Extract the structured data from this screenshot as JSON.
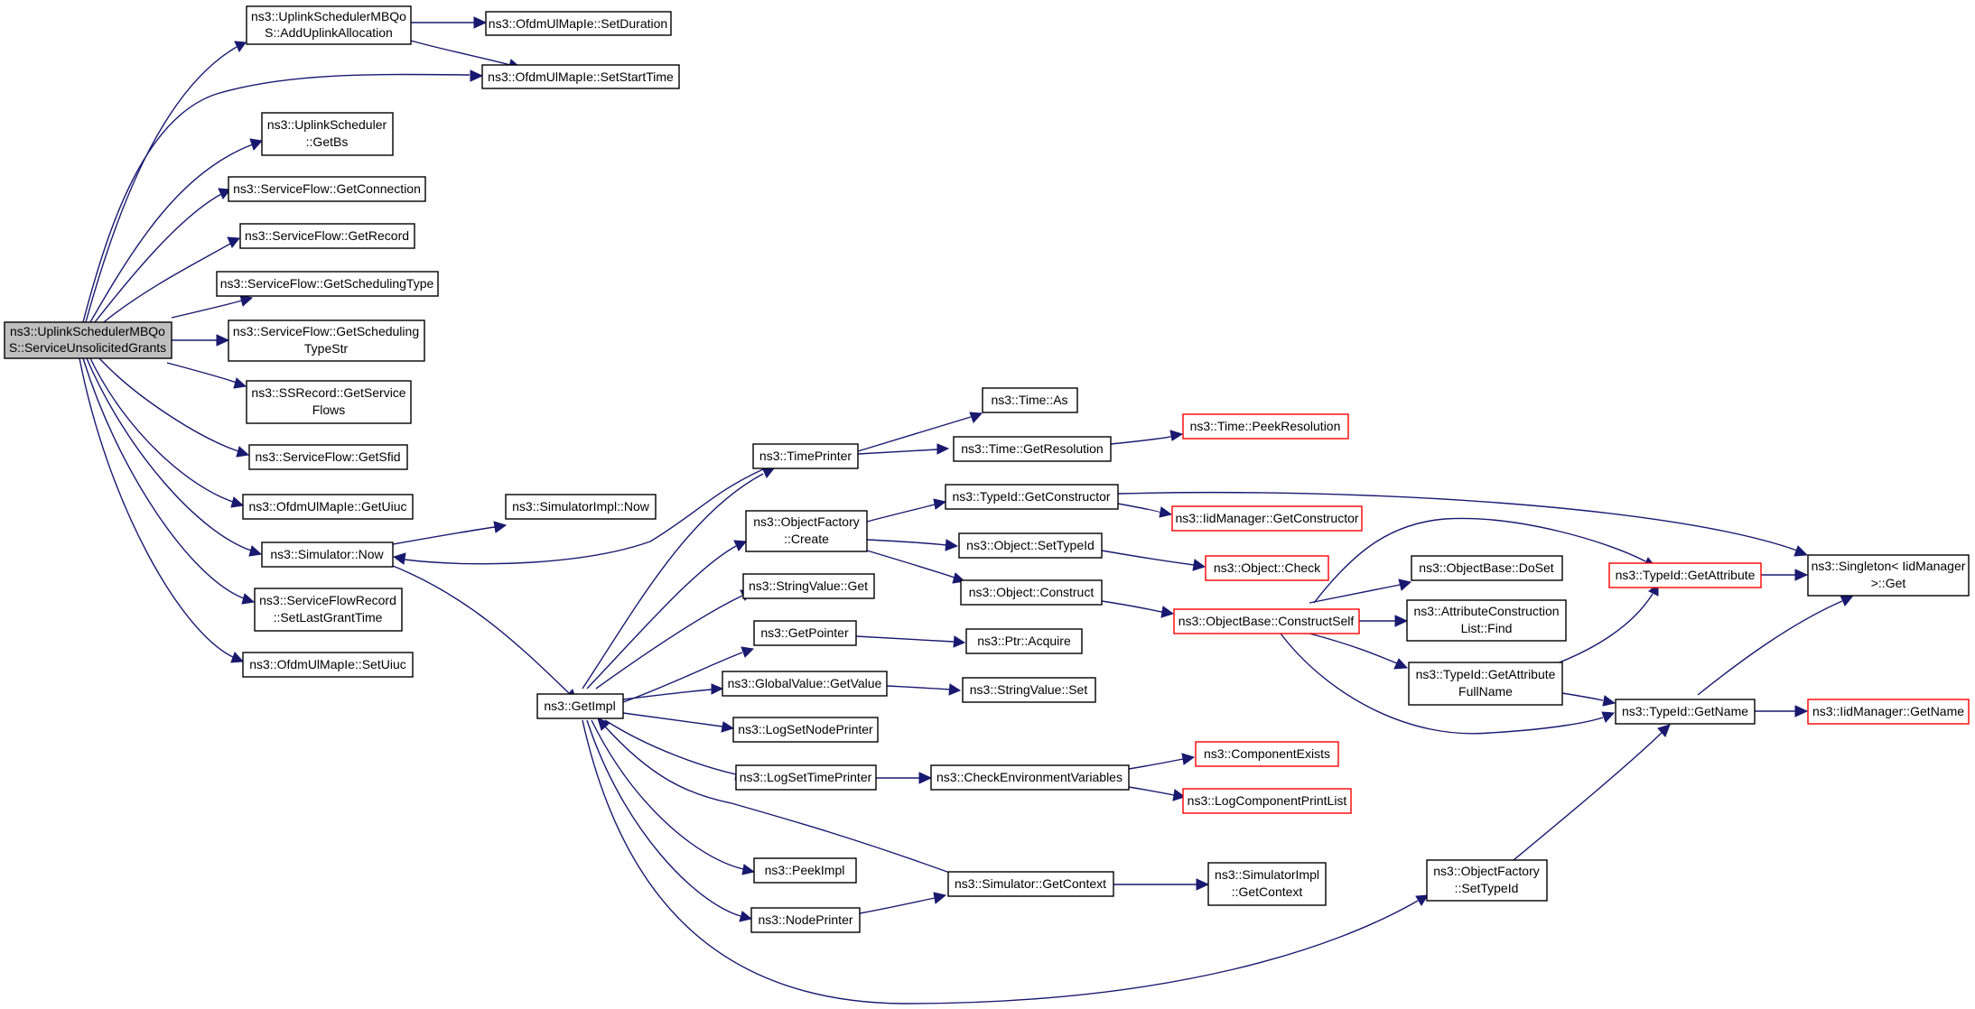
{
  "graph": {
    "nodes": {
      "root": {
        "lines": [
          "ns3::UplinkSchedulerMBQo",
          "S::ServiceUnsolicitedGrants"
        ]
      },
      "addUplinkAllocation": {
        "lines": [
          "ns3::UplinkSchedulerMBQo",
          "S::AddUplinkAllocation"
        ]
      },
      "setDuration": {
        "lines": [
          "ns3::OfdmUlMapIe::SetDuration"
        ]
      },
      "setStartTime": {
        "lines": [
          "ns3::OfdmUlMapIe::SetStartTime"
        ]
      },
      "getBs": {
        "lines": [
          "ns3::UplinkScheduler",
          "::GetBs"
        ]
      },
      "getConnection": {
        "lines": [
          "ns3::ServiceFlow::GetConnection"
        ]
      },
      "getRecord": {
        "lines": [
          "ns3::ServiceFlow::GetRecord"
        ]
      },
      "getSchedulingType": {
        "lines": [
          "ns3::ServiceFlow::GetSchedulingType"
        ]
      },
      "getSchedulingTypeStr": {
        "lines": [
          "ns3::ServiceFlow::GetScheduling",
          "TypeStr"
        ]
      },
      "getServiceFlows": {
        "lines": [
          "ns3::SSRecord::GetService",
          "Flows"
        ]
      },
      "getSfid": {
        "lines": [
          "ns3::ServiceFlow::GetSfid"
        ]
      },
      "getUiuc": {
        "lines": [
          "ns3::OfdmUlMapIe::GetUiuc"
        ]
      },
      "simulatorNow": {
        "lines": [
          "ns3::Simulator::Now"
        ]
      },
      "setLastGrantTime": {
        "lines": [
          "ns3::ServiceFlowRecord",
          "::SetLastGrantTime"
        ]
      },
      "setUiuc": {
        "lines": [
          "ns3::OfdmUlMapIe::SetUiuc"
        ]
      },
      "simulatorImplNow": {
        "lines": [
          "ns3::SimulatorImpl::Now"
        ]
      },
      "getImpl": {
        "lines": [
          "ns3::GetImpl"
        ]
      },
      "timePrinter": {
        "lines": [
          "ns3::TimePrinter"
        ]
      },
      "objectFactoryCreate": {
        "lines": [
          "ns3::ObjectFactory",
          "::Create"
        ]
      },
      "stringValueGet": {
        "lines": [
          "ns3::StringValue::Get"
        ]
      },
      "getPointer": {
        "lines": [
          "ns3::GetPointer"
        ]
      },
      "globalValueGetValue": {
        "lines": [
          "ns3::GlobalValue::GetValue"
        ]
      },
      "logSetNodePrinter": {
        "lines": [
          "ns3::LogSetNodePrinter"
        ]
      },
      "logSetTimePrinter": {
        "lines": [
          "ns3::LogSetTimePrinter"
        ]
      },
      "peekImpl": {
        "lines": [
          "ns3::PeekImpl"
        ]
      },
      "nodePrinter": {
        "lines": [
          "ns3::NodePrinter"
        ]
      },
      "timeAs": {
        "lines": [
          "ns3::Time::As"
        ]
      },
      "timeGetResolution": {
        "lines": [
          "ns3::Time::GetResolution"
        ]
      },
      "timePeekResolution": {
        "lines": [
          "ns3::Time::PeekResolution"
        ]
      },
      "typeIdGetConstructor": {
        "lines": [
          "ns3::TypeId::GetConstructor"
        ]
      },
      "iidManagerGetConstructor": {
        "lines": [
          "ns3::IidManager::GetConstructor"
        ]
      },
      "objectSetTypeId": {
        "lines": [
          "ns3::Object::SetTypeId"
        ]
      },
      "objectCheck": {
        "lines": [
          "ns3::Object::Check"
        ]
      },
      "objectConstruct": {
        "lines": [
          "ns3::Object::Construct"
        ]
      },
      "objectBaseConstructSelf": {
        "lines": [
          "ns3::ObjectBase::ConstructSelf"
        ]
      },
      "ptrAcquire": {
        "lines": [
          "ns3::Ptr::Acquire"
        ]
      },
      "stringValueSet": {
        "lines": [
          "ns3::StringValue::Set"
        ]
      },
      "checkEnvironmentVariables": {
        "lines": [
          "ns3::CheckEnvironmentVariables"
        ]
      },
      "componentExists": {
        "lines": [
          "ns3::ComponentExists"
        ]
      },
      "logComponentPrintList": {
        "lines": [
          "ns3::LogComponentPrintList"
        ]
      },
      "simulatorGetContext": {
        "lines": [
          "ns3::Simulator::GetContext"
        ]
      },
      "simulatorImplGetContext": {
        "lines": [
          "ns3::SimulatorImpl",
          "::GetContext"
        ]
      },
      "objectFactorySetTypeId": {
        "lines": [
          "ns3::ObjectFactory",
          "::SetTypeId"
        ]
      },
      "objectBaseDoSet": {
        "lines": [
          "ns3::ObjectBase::DoSet"
        ]
      },
      "attributeConstructionListFind": {
        "lines": [
          "ns3::AttributeConstruction",
          "List::Find"
        ]
      },
      "typeIdGetAttributeFullName": {
        "lines": [
          "ns3::TypeId::GetAttribute",
          "FullName"
        ]
      },
      "typeIdGetAttribute": {
        "lines": [
          "ns3::TypeId::GetAttribute"
        ]
      },
      "typeIdGetName": {
        "lines": [
          "ns3::TypeId::GetName"
        ]
      },
      "singletonGet": {
        "lines": [
          "ns3::Singleton< IidManager",
          " >::Get"
        ]
      },
      "iidManagerGetName": {
        "lines": [
          "ns3::IidManager::GetName"
        ]
      }
    }
  }
}
